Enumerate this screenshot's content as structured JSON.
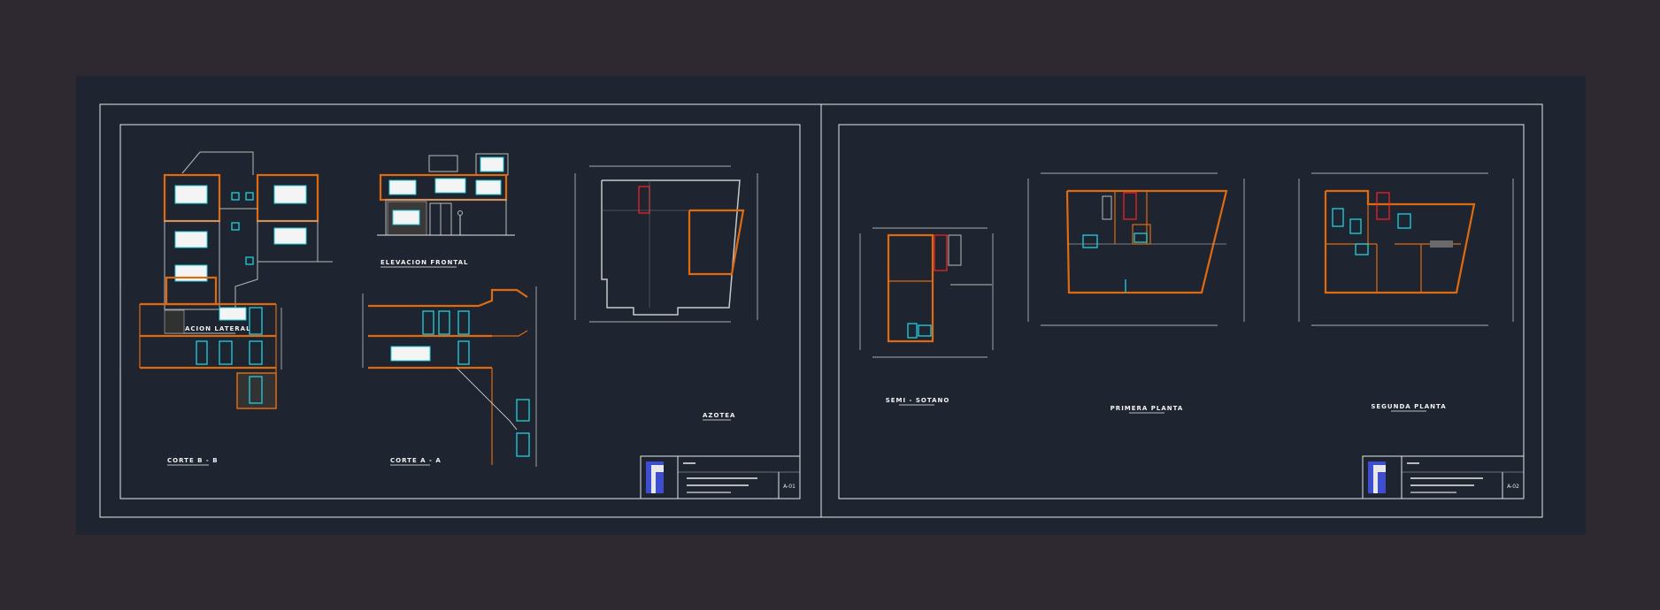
{
  "drawing": {
    "sheet_left": {
      "titles": {
        "elevacion_lateral": "ELEVACION LATERAL",
        "elevacion_frontal": "ELEVACION FRONTAL",
        "corte_b": "CORTE  B - B",
        "corte_a": "CORTE  A - A",
        "azotea": "AZOTEA"
      },
      "title_block": {
        "sheet_code": "A-01"
      }
    },
    "sheet_right": {
      "titles": {
        "semi_sotano": "SEMI - SOTANO",
        "primera_planta": "PRIMERA PLANTA",
        "segunda_planta": "SEGUNDA PLANTA"
      },
      "title_block": {
        "sheet_code": "A-02"
      }
    }
  },
  "colors": {
    "background": "#2e2930",
    "sheet": "#1e2530",
    "frame": "#e8e8e8",
    "wall": "#e06a10",
    "glass": "#20d0e0",
    "stairs": "#ff2020",
    "logo": "#3d4fd0"
  }
}
